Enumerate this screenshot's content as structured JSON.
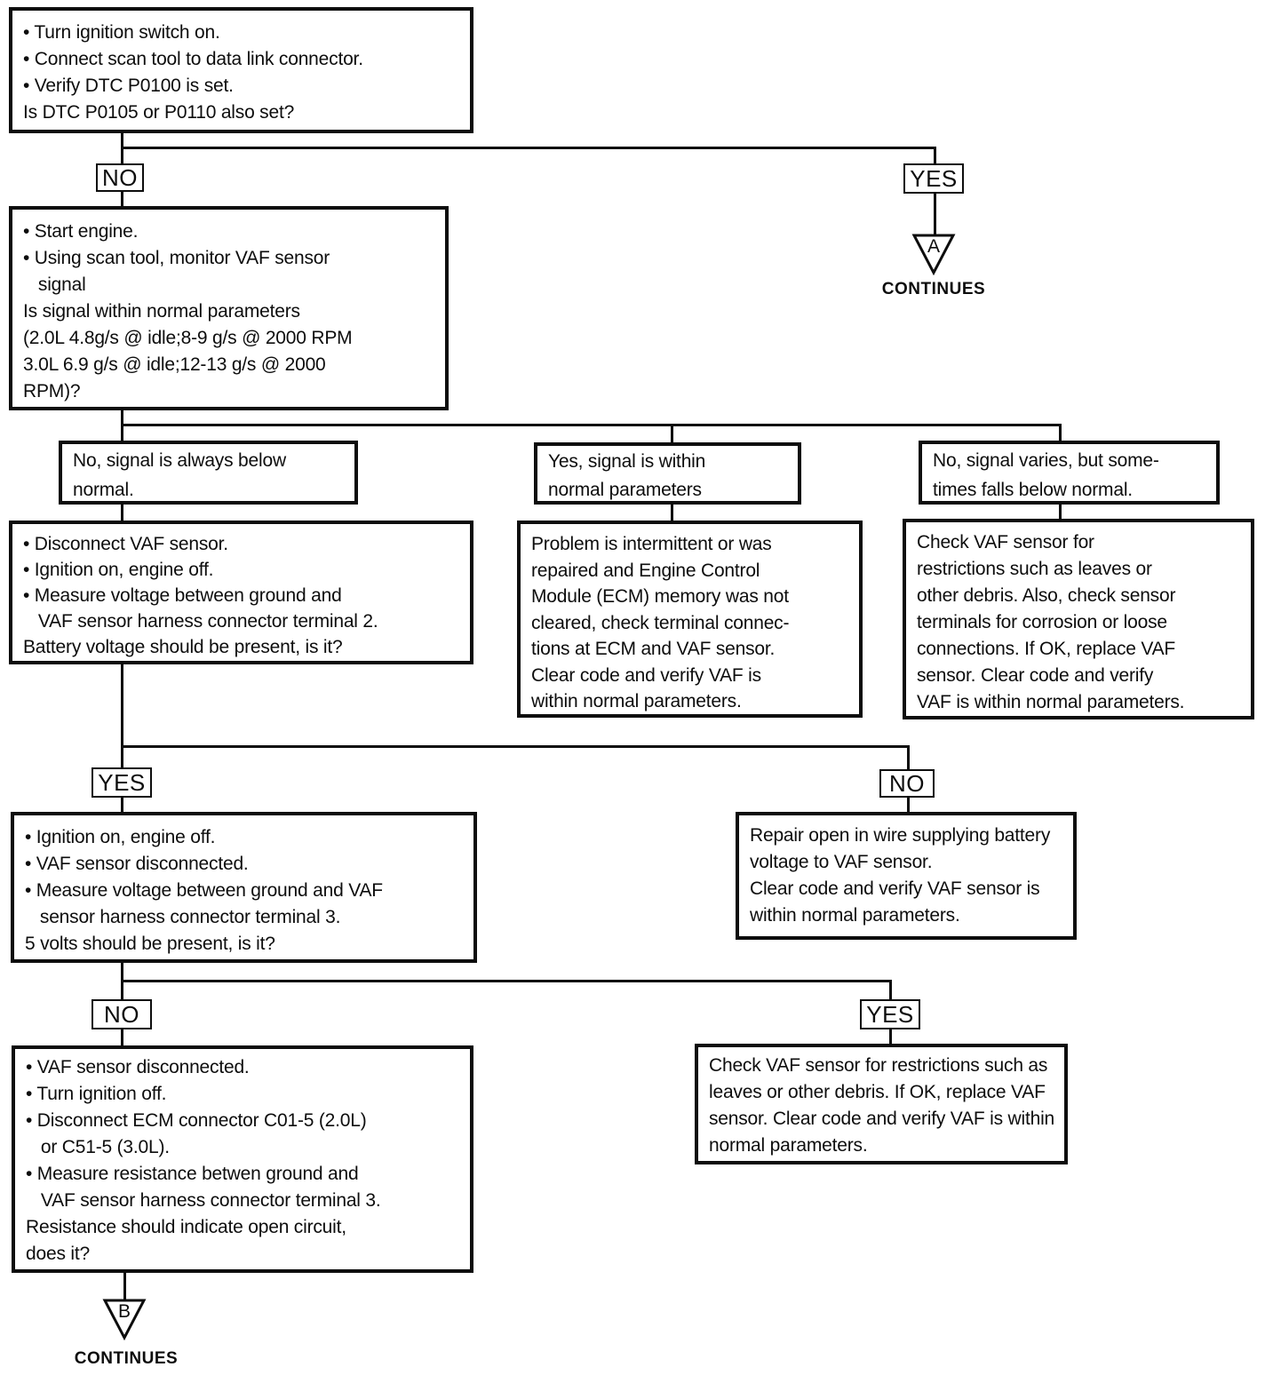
{
  "colors": {
    "ink": "#0d0d0d",
    "paper": "#ffffff"
  },
  "decision_labels": {
    "no1": "NO",
    "yes1": "YES",
    "yes2": "YES",
    "no2": "NO",
    "no3": "NO",
    "yes3": "YES"
  },
  "connectors": {
    "a": {
      "letter": "A",
      "caption": "CONTINUES"
    },
    "b": {
      "letter": "B",
      "caption": "CONTINUES"
    }
  },
  "nodes": {
    "verify_dtc": {
      "lines": [
        "• Turn ignition switch on.",
        "• Connect scan tool to data link connector.",
        "• Verify DTC P0100 is set.",
        "Is DTC P0105 or P0110 also set?"
      ]
    },
    "monitor_signal": {
      "lines": [
        "• Start engine.",
        "• Using scan tool, monitor VAF sensor",
        "   signal",
        "Is signal within normal parameters",
        "(2.0L 4.8g/s @ idle;8-9 g/s @ 2000 RPM",
        "3.0L 6.9 g/s @ idle;12-13 g/s @ 2000",
        "RPM)?"
      ]
    },
    "branch_below_normal": {
      "lines": [
        "No, signal is always below",
        "normal."
      ]
    },
    "branch_within_normal": {
      "lines": [
        "Yes, signal is within",
        "normal parameters"
      ]
    },
    "branch_varies": {
      "lines": [
        "No, signal varies, but some-",
        "times falls below normal."
      ]
    },
    "check_terminal2_voltage": {
      "lines": [
        "• Disconnect VAF sensor.",
        "• Ignition on, engine off.",
        "• Measure voltage between ground and",
        "   VAF sensor harness connector terminal 2.",
        "Battery voltage should be present, is it?"
      ]
    },
    "intermittent_problem": {
      "lines": [
        "Problem is intermittent or was",
        "repaired and Engine Control",
        "Module (ECM) memory was not",
        "cleared, check terminal connec-",
        "tions at ECM and VAF sensor.",
        "Clear code and verify VAF is",
        "within normal parameters."
      ]
    },
    "check_vaf_restrictions_full": {
      "lines": [
        "Check VAF sensor for",
        "restrictions such as leaves or",
        "other debris. Also, check sensor",
        "terminals for corrosion or loose",
        "connections. If OK, replace VAF",
        "sensor. Clear code and verify",
        "VAF is within normal parameters."
      ]
    },
    "check_terminal3_voltage": {
      "lines": [
        "• Ignition on, engine off.",
        "• VAF sensor disconnected.",
        "• Measure voltage between ground and VAF",
        "   sensor harness connector terminal 3.",
        "5 volts should be present, is it?"
      ]
    },
    "repair_open_wire": {
      "lines": [
        "Repair open in wire supplying battery",
        "voltage to VAF sensor.",
        "Clear code and verify VAF sensor is",
        "within normal parameters."
      ]
    },
    "check_terminal3_resistance": {
      "lines": [
        "• VAF sensor disconnected.",
        "• Turn ignition off.",
        "• Disconnect ECM connector C01-5 (2.0L)",
        "   or C51-5 (3.0L).",
        "• Measure resistance betwen ground and",
        "   VAF sensor harness connector terminal 3.",
        "Resistance should indicate open circuit,",
        "does it?"
      ]
    },
    "check_vaf_restrictions_short": {
      "lines": [
        "Check VAF sensor for restrictions such as",
        "leaves or other debris. If OK, replace VAF",
        "sensor. Clear code and verify VAF is within",
        "normal parameters."
      ]
    }
  }
}
